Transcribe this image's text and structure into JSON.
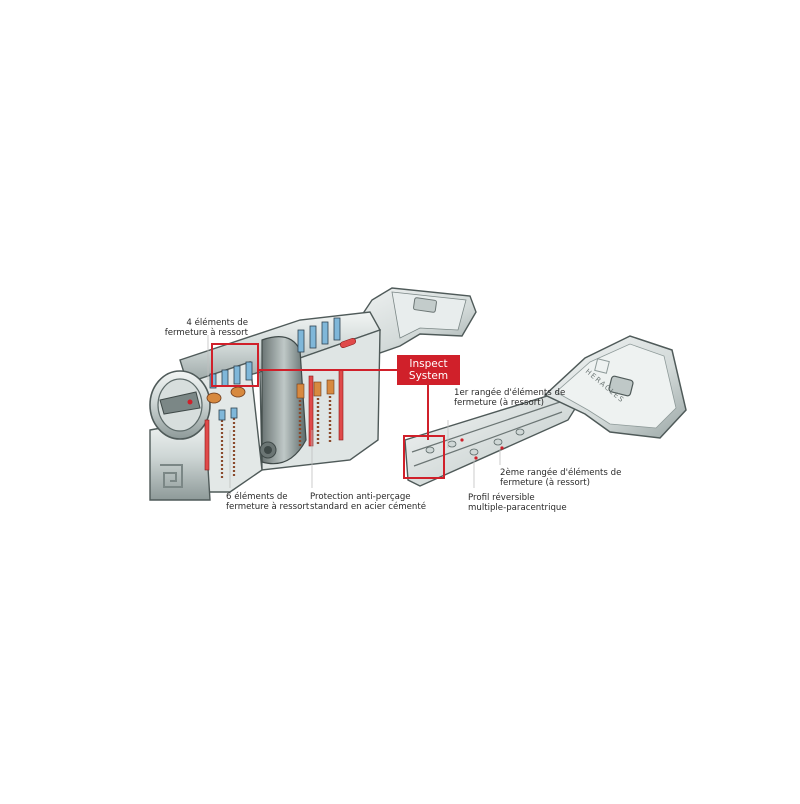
{
  "diagram": {
    "subject": "Cutaway illustration of a high-security euro profile lock cylinder with reversible key",
    "colors": {
      "background": "#ffffff",
      "accent_red": "#d0202a",
      "metal_light": "#dfe5e4",
      "metal_mid": "#a9b4b2",
      "metal_dark": "#5d6a69",
      "spring_brown": "#8a4a2c",
      "pin_blue": "#7fb7d9",
      "pin_orange": "#d7893f",
      "label_text": "#2a2a2a"
    },
    "callout_box": {
      "line1": "Inspect",
      "line2": "System"
    },
    "labels": {
      "four_elements": {
        "line1": "4 éléments de",
        "line2": "fermeture à ressort"
      },
      "six_elements": {
        "line1": "6 éléments de",
        "line2": "fermeture à ressort"
      },
      "anti_drill": {
        "line1": "Protection anti-perçage",
        "line2": "standard en acier cémenté"
      },
      "first_row": {
        "line1": "1er rangée d'éléments de",
        "line2": "fermeture  (à ressort)"
      },
      "second_row": {
        "line1": "2ème rangée d'éléments de",
        "line2": "fermeture (à ressort)"
      },
      "profile": {
        "line1": "Profil réversible",
        "line2": "multiple-paracentrique"
      }
    },
    "key": {
      "brand_engraving": "HERACLES"
    }
  }
}
